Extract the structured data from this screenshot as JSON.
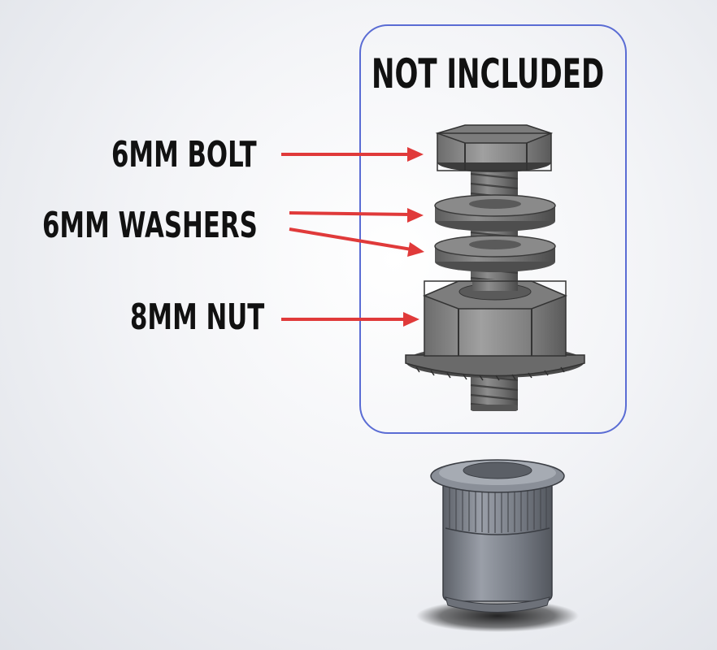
{
  "box": {
    "title": "NOT INCLUDED",
    "border_color": "#5a6cd4"
  },
  "labels": {
    "bolt": "6MM BOLT",
    "washers": "6MM WASHERS",
    "nut": "8MM NUT"
  },
  "arrow_color": "#e03a3a",
  "parts": [
    "hex-bolt",
    "washer",
    "washer",
    "flange-nut",
    "rivet-nut"
  ]
}
